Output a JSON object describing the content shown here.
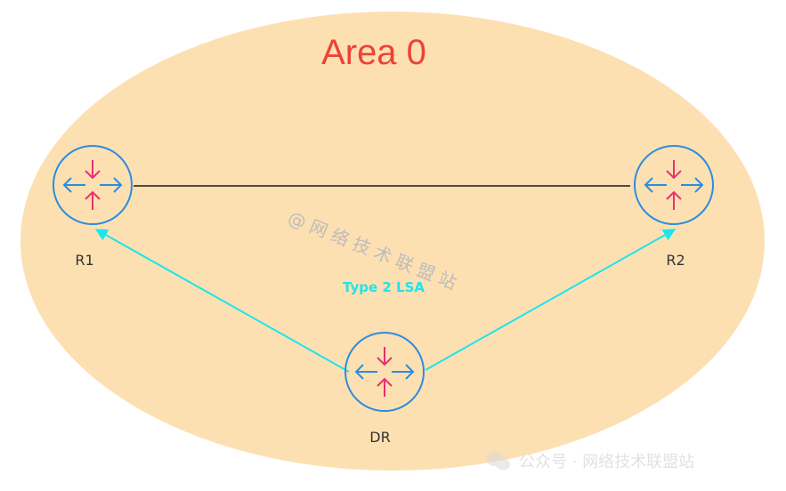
{
  "diagram": {
    "area_title": "Area 0",
    "routers": {
      "r1": "R1",
      "r2": "R2",
      "dr": "DR"
    },
    "lsa_label": "Type 2  LSA",
    "watermark": "@网络技术联盟站",
    "footer_watermark": "公众号 · 网络技术联盟站"
  },
  "colors": {
    "area_fill": "#fde0b2",
    "area_title": "#ec4336",
    "router_ring": "#2b8de0",
    "router_arrow_in": "#e8306d",
    "router_arrow_side": "#2b8de0",
    "link": "#1a1a1a",
    "lsa": "#1de5ec",
    "watermark": "#bcbcbc"
  }
}
